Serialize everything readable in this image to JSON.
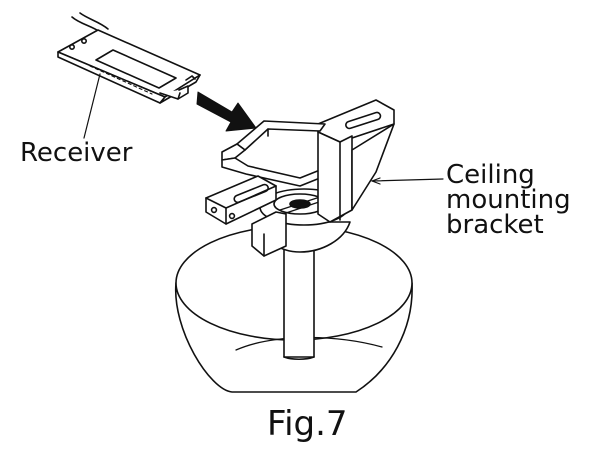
{
  "labels": {
    "receiver": "Receiver",
    "bracket_line1": "Ceiling",
    "bracket_line2": "mounting",
    "bracket_line3": "bracket"
  },
  "caption": "Fig.7",
  "colors": {
    "ink": "#111111",
    "background": "#ffffff"
  }
}
